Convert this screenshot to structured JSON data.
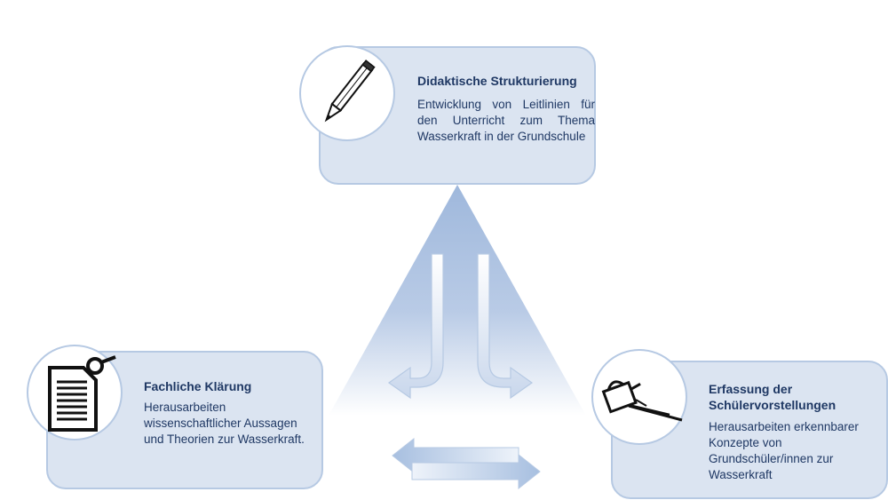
{
  "nodes": {
    "top": {
      "title": "Didaktische Strukturierung",
      "description": "Entwicklung von Leitlinien für den Unterricht zum Thema Wasserkraft in der Grundschule",
      "icon": "pencil-icon"
    },
    "left": {
      "title": "Fachliche Klärung",
      "description": "Herausarbeiten wissenschaftlicher Aussagen und Theorien zur Wasserkraft.",
      "icon": "document-magnifier-icon"
    },
    "right": {
      "title": "Erfassung der Schülervorstellungen",
      "description": "Herausarbeiten erkennbarer Konzepte von Grundschüler/innen zur Wasserkraft",
      "icon": "watering-can-icon"
    }
  },
  "colors": {
    "box_fill": "#dbe4f1",
    "box_border": "#b6c9e3",
    "text": "#1f3864",
    "triangle_top": "#9fb8dc",
    "triangle_bottom": "#ffffff"
  }
}
